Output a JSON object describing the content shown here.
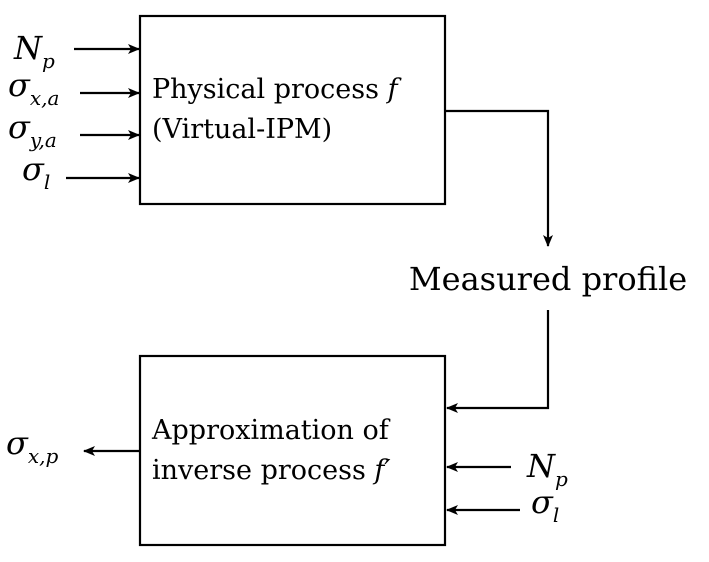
{
  "colors": {
    "stroke": "#000000",
    "background": "#ffffff"
  },
  "forward_box": {
    "line1": "Physical process ",
    "line1_symbol": "f",
    "line2": "(Virtual-IPM)"
  },
  "inverse_box": {
    "line1": "Approximation of",
    "line2": "inverse process ",
    "line2_symbol": "f′"
  },
  "measured_label": "Measured profile",
  "forward_inputs": [
    {
      "base": "N",
      "sub": "p"
    },
    {
      "base": "σ",
      "sub": "x,a"
    },
    {
      "base": "σ",
      "sub": "y,a"
    },
    {
      "base": "σ",
      "sub": "l"
    }
  ],
  "inverse_inputs": [
    {
      "base": "N",
      "sub": "p"
    },
    {
      "base": "σ",
      "sub": "l"
    }
  ],
  "inverse_output": {
    "base": "σ",
    "sub": "x,p"
  }
}
